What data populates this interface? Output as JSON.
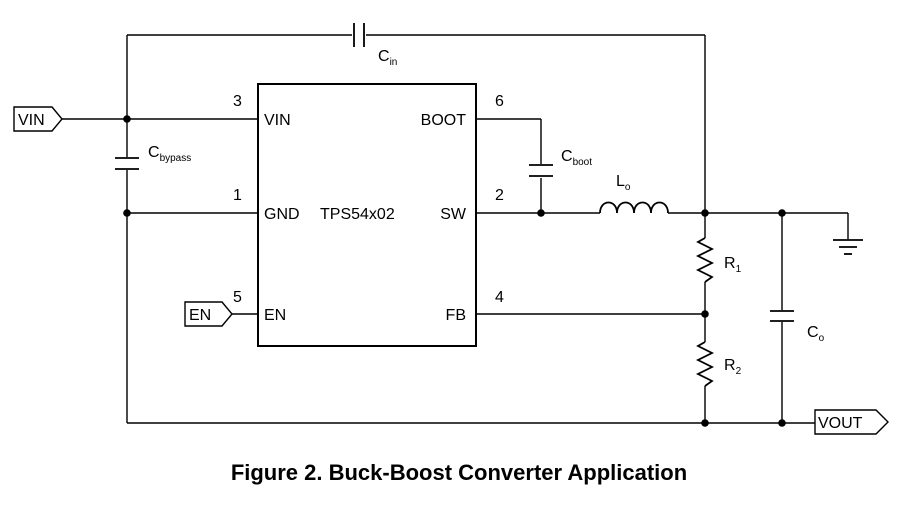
{
  "ic": {
    "name": "TPS54x02",
    "pins": {
      "vin": {
        "name": "VIN",
        "num": "3"
      },
      "gnd": {
        "name": "GND",
        "num": "1"
      },
      "en": {
        "name": "EN",
        "num": "5"
      },
      "boot": {
        "name": "BOOT",
        "num": "6"
      },
      "sw": {
        "name": "SW",
        "num": "2"
      },
      "fb": {
        "name": "FB",
        "num": "4"
      }
    }
  },
  "ports": {
    "vin": "VIN",
    "en": "EN",
    "vout": "VOUT"
  },
  "components": {
    "cin": {
      "base": "C",
      "sub": "in"
    },
    "cbypass": {
      "base": "C",
      "sub": "bypass"
    },
    "cboot": {
      "base": "C",
      "sub": "boot"
    },
    "lo": {
      "base": "L",
      "sub": "o"
    },
    "r1": {
      "base": "R",
      "sub": "1"
    },
    "r2": {
      "base": "R",
      "sub": "2"
    },
    "co": {
      "base": "C",
      "sub": "o"
    }
  },
  "caption": "Figure 2. Buck-Boost Converter Application"
}
